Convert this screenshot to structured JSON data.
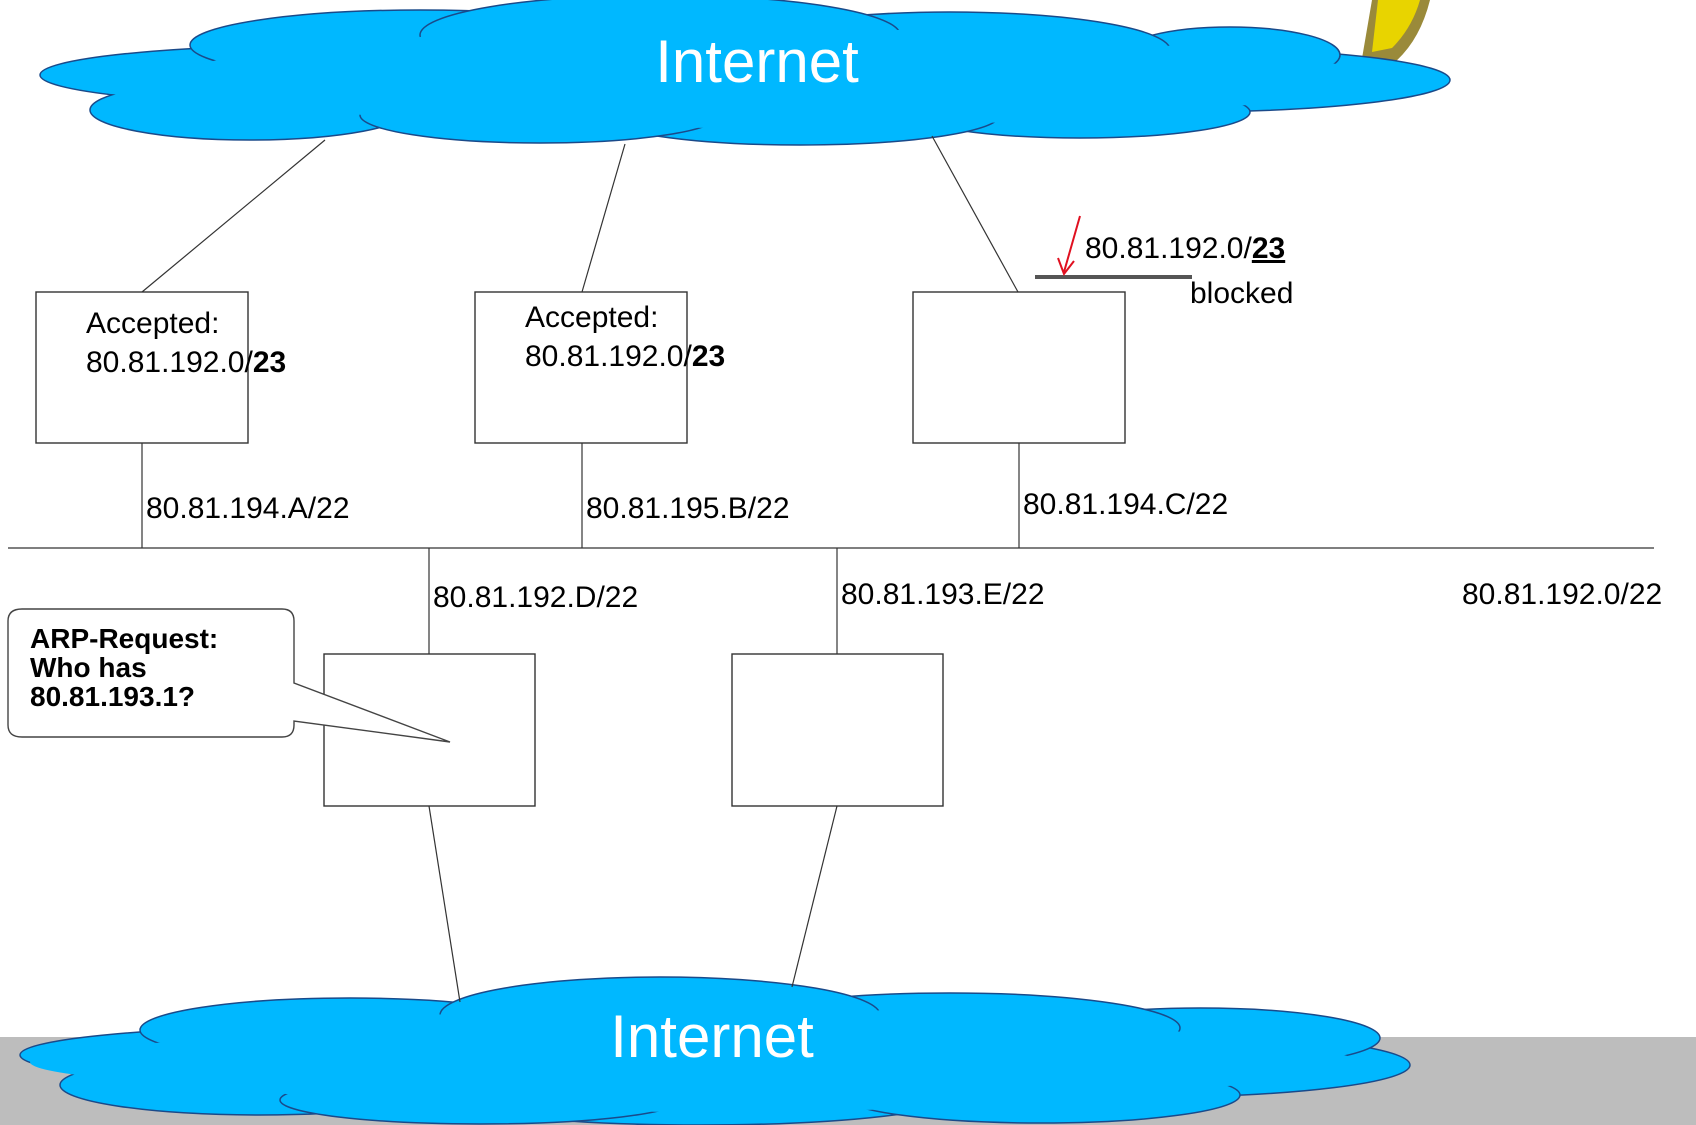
{
  "top_cloud": {
    "label": "Internet"
  },
  "bottom_cloud": {
    "label": "Internet"
  },
  "routers": {
    "a": {
      "accepted_label": "Accepted:",
      "prefix_base": "80.81.192.0/",
      "prefix_len": "23",
      "iface": "80.81.194.A/22"
    },
    "b": {
      "accepted_label": "Accepted:",
      "prefix_base": "80.81.192.0/",
      "prefix_len": "23",
      "iface": "80.81.195.B/22"
    },
    "c": {
      "blocked_prefix_base": "80.81.192.0/",
      "blocked_prefix_len": "23",
      "blocked_label": "blocked",
      "iface": "80.81.194.C/22"
    },
    "d": {
      "iface": "80.81.192.D/22"
    },
    "e": {
      "iface": "80.81.193.E/22"
    }
  },
  "lan": {
    "subnet": "80.81.192.0/22"
  },
  "arp_bubble": {
    "lines": [
      "ARP-Request:",
      "Who has",
      "80.81.193.1?"
    ]
  },
  "colors": {
    "cloud_fill": "#00b8ff",
    "cloud_stroke": "#1a4a8a",
    "footer_bar": "#bdbdbd",
    "arrow": "#e01020",
    "gold": "#c8a400"
  }
}
